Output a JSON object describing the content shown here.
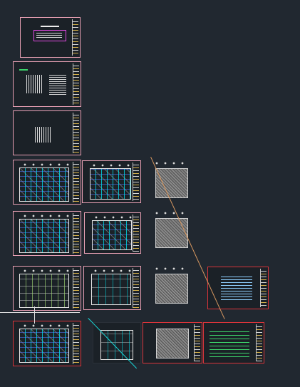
{
  "viewport": {
    "background": "#212830"
  },
  "colors": {
    "sheet_border_pink": "#e8a0b4",
    "sheet_border_red": "#d9343a",
    "grid_cyan": "#00dce6",
    "accent_magenta": "#e048e0",
    "guide_orange": "#d89860",
    "guide_white": "#e0e0e0"
  },
  "sheets": [
    {
      "id": "sheet-cover"
    },
    {
      "id": "sheet-detail-1"
    },
    {
      "id": "sheet-detail-2"
    },
    {
      "id": "sheet-plan-1a"
    },
    {
      "id": "sheet-plan-1b"
    },
    {
      "id": "sheet-plan-1c"
    },
    {
      "id": "sheet-plan-2a"
    },
    {
      "id": "sheet-plan-2b"
    },
    {
      "id": "sheet-plan-2c"
    },
    {
      "id": "sheet-plan-3a"
    },
    {
      "id": "sheet-plan-3b"
    },
    {
      "id": "sheet-plan-3c"
    },
    {
      "id": "sheet-notes-3"
    },
    {
      "id": "sheet-plan-4a"
    },
    {
      "id": "sheet-plan-4b"
    },
    {
      "id": "sheet-plan-4c"
    },
    {
      "id": "sheet-notes-4"
    }
  ]
}
